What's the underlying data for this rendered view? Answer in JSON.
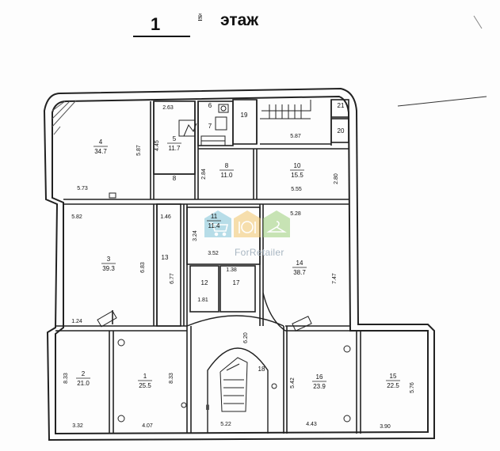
{
  "header": {
    "floor_number": "1",
    "floor_suffix": "й",
    "floor_word": "этаж"
  },
  "watermark": {
    "text": "ForRetailer",
    "colors": [
      "#7fc4d8",
      "#f2c66b",
      "#9ccf7a"
    ]
  },
  "rooms": [
    {
      "id": "r1",
      "number": "1",
      "area": "25.5"
    },
    {
      "id": "r2",
      "number": "2",
      "area": "21.0"
    },
    {
      "id": "r3",
      "number": "3",
      "area": "39.3"
    },
    {
      "id": "r4",
      "number": "4",
      "area": "34.7"
    },
    {
      "id": "r5",
      "number": "5",
      "area": "11.7"
    },
    {
      "id": "r6",
      "number": "6",
      "area": ""
    },
    {
      "id": "r7",
      "number": "7",
      "area": ""
    },
    {
      "id": "r8a",
      "number": "8",
      "area": ""
    },
    {
      "id": "r8b",
      "number": "8",
      "area": "11.0"
    },
    {
      "id": "r10",
      "number": "10",
      "area": "15.5"
    },
    {
      "id": "r11",
      "number": "11",
      "area": "11.4"
    },
    {
      "id": "r12",
      "number": "12",
      "area": ""
    },
    {
      "id": "r13",
      "number": "13",
      "area": ""
    },
    {
      "id": "r14",
      "number": "14",
      "area": "38.7"
    },
    {
      "id": "r15",
      "number": "15",
      "area": "22.5"
    },
    {
      "id": "r16",
      "number": "16",
      "area": "23.9"
    },
    {
      "id": "r17",
      "number": "17",
      "area": ""
    },
    {
      "id": "r18",
      "number": "18",
      "area": ""
    },
    {
      "id": "r19",
      "number": "19",
      "area": ""
    },
    {
      "id": "r20",
      "number": "20",
      "area": ""
    },
    {
      "id": "r21",
      "number": "21",
      "area": ""
    }
  ],
  "dimensions": [
    "2.63",
    "4.45",
    "5.87",
    "5.73",
    "5.87",
    "2.84",
    "5.55",
    "2.80",
    "5.82",
    "1.46",
    "5.28",
    "3.24",
    "3.52",
    "6.83",
    "6.77",
    "1.38",
    "1.81",
    "7.47",
    "1.24",
    "8.33",
    "8.33",
    "6.20",
    "5.42",
    "5.76",
    "3.32",
    "4.07",
    "5.22",
    "4.43",
    "3.90"
  ],
  "stair_mark": "II"
}
